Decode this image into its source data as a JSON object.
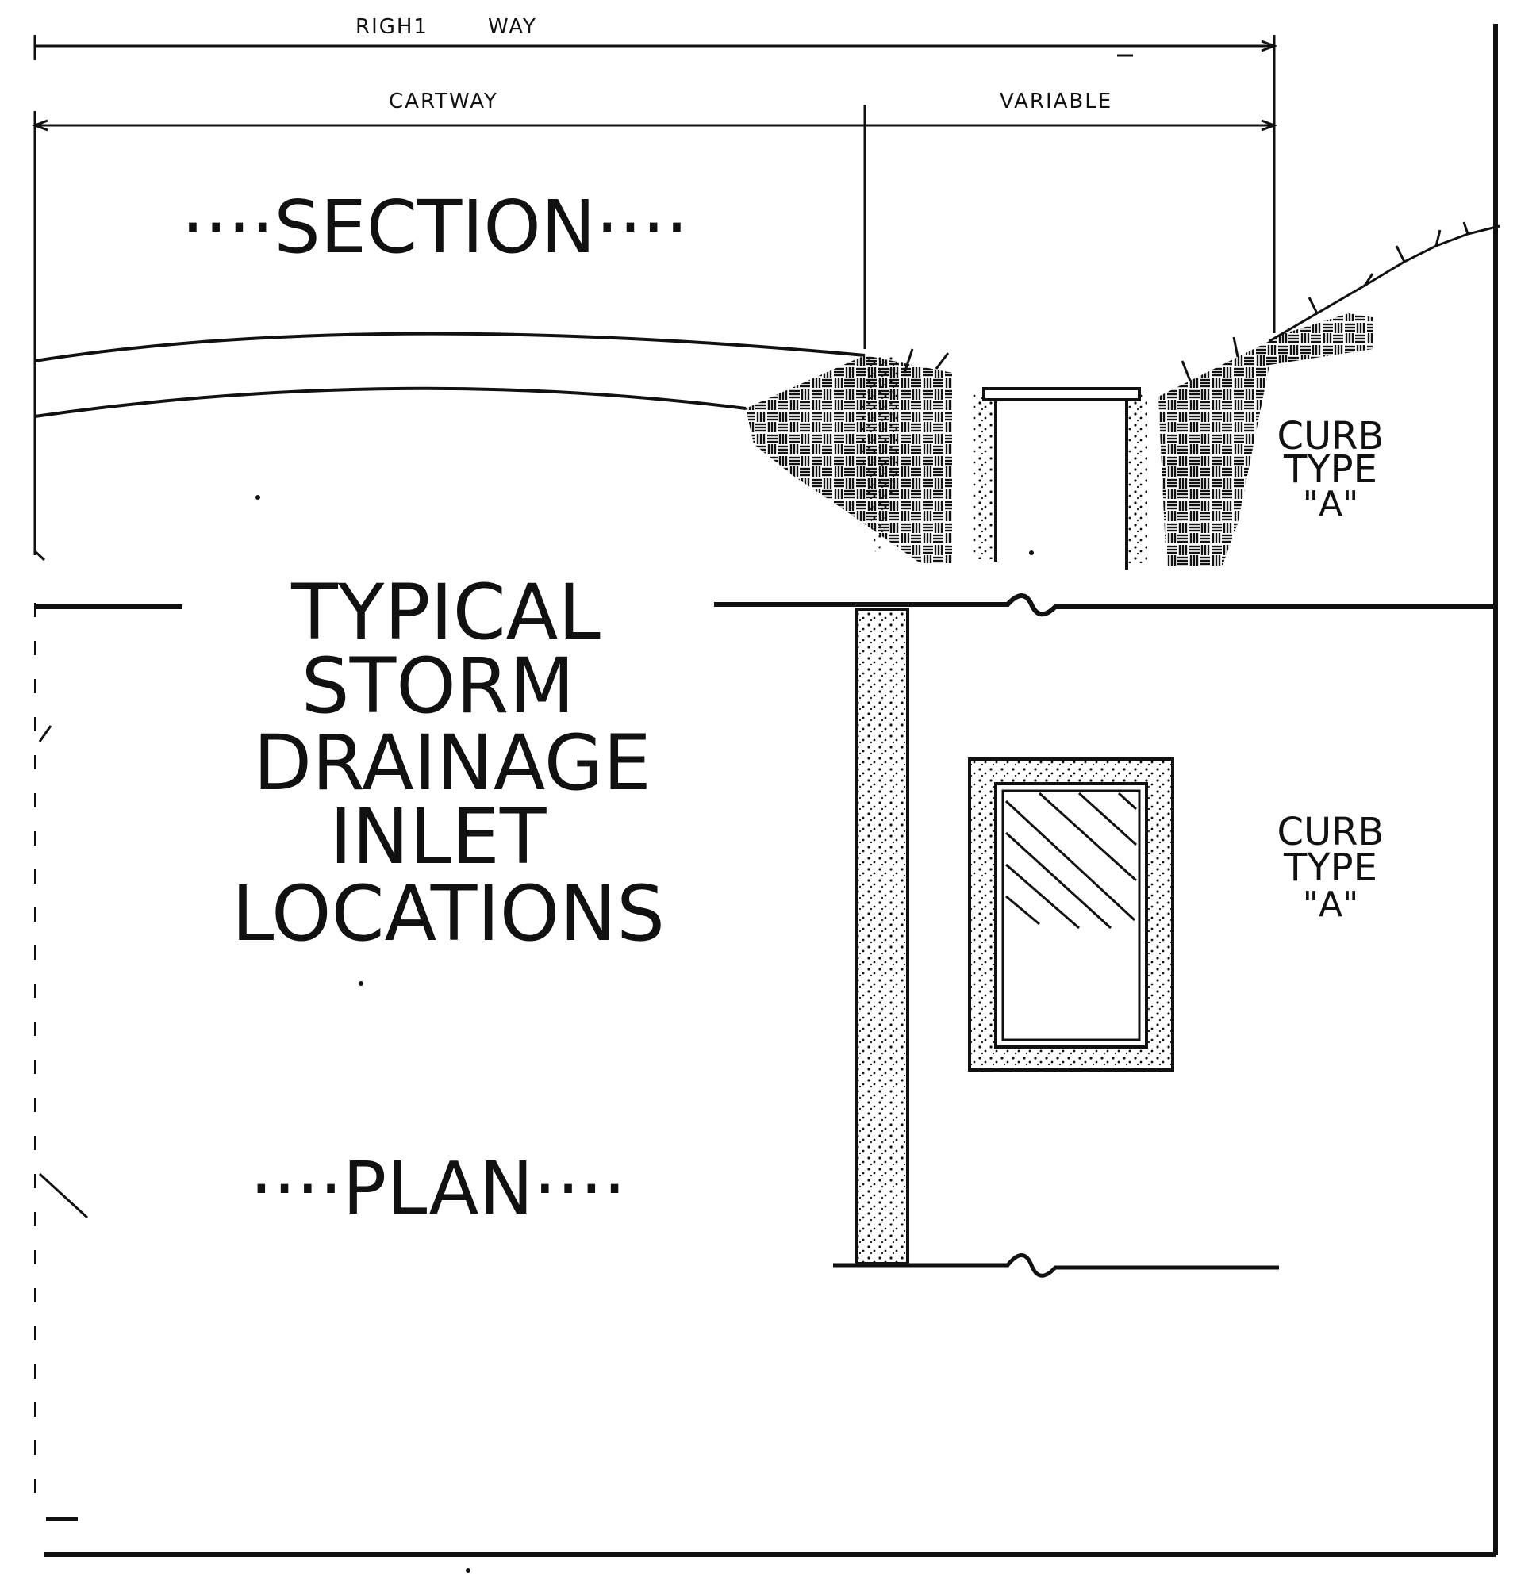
{
  "dimensions": {
    "right_of_way_left": "RIGH1",
    "right_of_way_right": "WAY",
    "cartway": "CARTWAY",
    "variable": "VARIABLE"
  },
  "section": {
    "title": "····SECTION····",
    "curb_label_line1": "CURB",
    "curb_label_line2": "TYPE",
    "curb_label_line3": "\"A\""
  },
  "main_title": {
    "line1": "TYPICAL",
    "line2": "STORM",
    "line3": "DRAINAGE",
    "line4": "INLET",
    "line5": "LOCATIONS"
  },
  "plan": {
    "title": "····PLAN····",
    "curb_label_line1": "CURB",
    "curb_label_line2": "TYPE",
    "curb_label_line3": "\"A\""
  },
  "colors": {
    "ink": "#111111",
    "paper": "#ffffff"
  }
}
